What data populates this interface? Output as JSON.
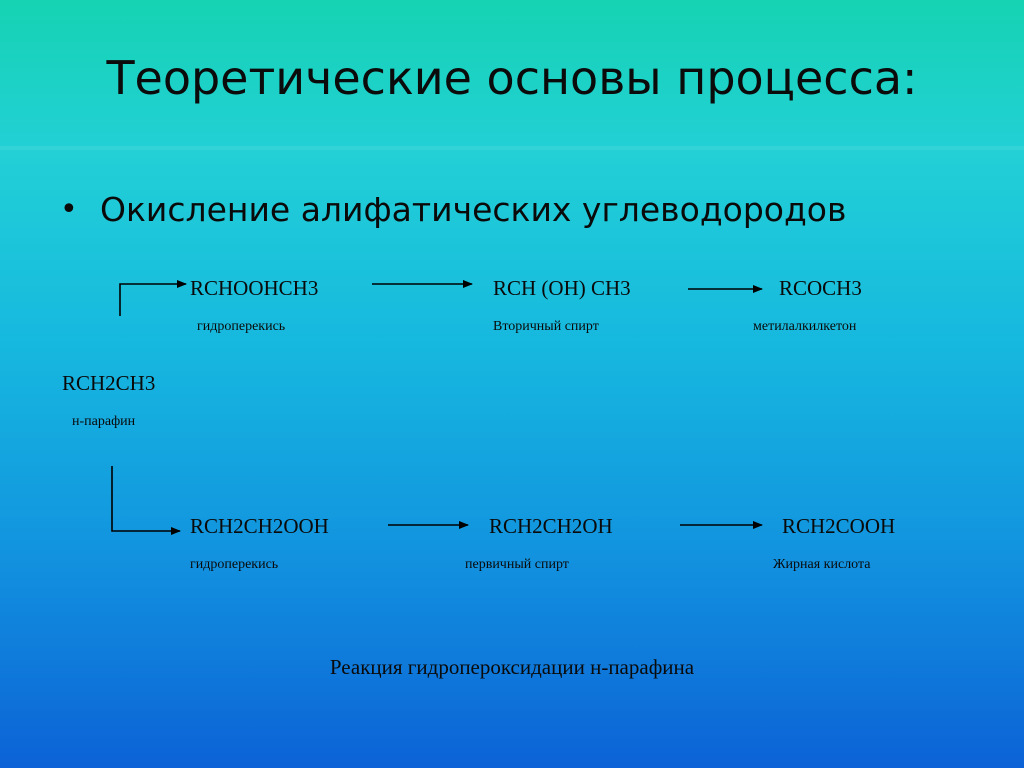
{
  "slide": {
    "title": "Теоретические основы процесса:",
    "bullet": "Окисление алифатических углеводородов",
    "caption": "Реакция гидропероксидации н-парафина"
  },
  "scheme": {
    "start": {
      "formula": "RCH2CH3",
      "name": "н-парафин"
    },
    "upper_chain": [
      {
        "formula": "RCHOOHCH3",
        "name": "гидроперекись"
      },
      {
        "formula": "RCH (OH) CH3",
        "name": "Вторичный спирт"
      },
      {
        "formula": "RCOCH3",
        "name": "метилалкилкетон"
      }
    ],
    "lower_chain": [
      {
        "formula": "RCH2CH2OOH",
        "name": "гидроперекись"
      },
      {
        "formula": "RCH2CH2OH",
        "name": "первичный спирт"
      },
      {
        "formula": "RCH2COOH",
        "name": "Жирная кислота"
      }
    ]
  }
}
